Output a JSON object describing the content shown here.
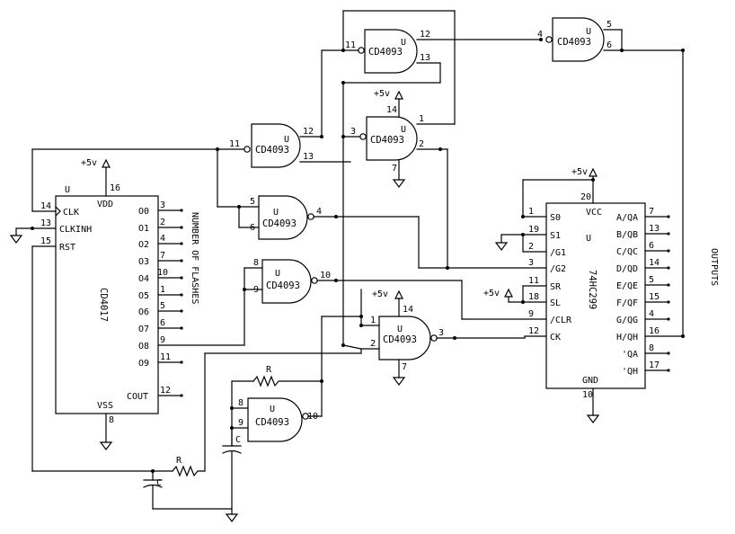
{
  "diagram": {
    "gate_unit_label": "U",
    "gate_part": "CD4093",
    "supply_label": "+5v",
    "resistor_label": "R",
    "capacitor_label": "C",
    "outputs_caption": "OUTPUTS",
    "flashes_caption": "NUMBER OF FLASHES",
    "counter": {
      "unit_label": "U",
      "part": "CD4017",
      "vdd_label": "VDD",
      "vdd_pin": "16",
      "vss_label": "VSS",
      "vss_pin": "8",
      "left_pins": [
        {
          "num": "14",
          "name": "CLK"
        },
        {
          "num": "13",
          "name": "CLKINH"
        },
        {
          "num": "15",
          "name": "RST"
        }
      ],
      "right_pins": [
        {
          "name": "O0",
          "num": "3"
        },
        {
          "name": "O1",
          "num": "2"
        },
        {
          "name": "O2",
          "num": "4"
        },
        {
          "name": "O3",
          "num": "7"
        },
        {
          "name": "O4",
          "num": "10"
        },
        {
          "name": "O5",
          "num": "1"
        },
        {
          "name": "O6",
          "num": "5"
        },
        {
          "name": "O7",
          "num": "6"
        },
        {
          "name": "O8",
          "num": "9"
        },
        {
          "name": "O9",
          "num": "11"
        },
        {
          "name": "COUT",
          "num": "12"
        }
      ]
    },
    "shift_register": {
      "unit_label": "U",
      "part": "74HC299",
      "vcc_label": "VCC",
      "vcc_pin": "20",
      "gnd_label": "GND",
      "gnd_pin": "10",
      "left_pins": [
        {
          "num": "1",
          "name": "S0"
        },
        {
          "num": "19",
          "name": "S1"
        },
        {
          "num": "2",
          "name": "/G1"
        },
        {
          "num": "3",
          "name": "/G2"
        },
        {
          "num": "11",
          "name": "SR"
        },
        {
          "num": "18",
          "name": "SL"
        },
        {
          "num": "9",
          "name": "/CLR"
        },
        {
          "num": "12",
          "name": "CK"
        }
      ],
      "right_pins": [
        {
          "name": "A/QA",
          "num": "7"
        },
        {
          "name": "B/QB",
          "num": "13"
        },
        {
          "name": "C/QC",
          "num": "6"
        },
        {
          "name": "D/QD",
          "num": "14"
        },
        {
          "name": "E/QE",
          "num": "5"
        },
        {
          "name": "F/QF",
          "num": "15"
        },
        {
          "name": "G/QG",
          "num": "4"
        },
        {
          "name": "H/QH",
          "num": "16"
        },
        {
          "name": "'QA",
          "num": "8"
        },
        {
          "name": "'QH",
          "num": "17"
        }
      ]
    },
    "gates": [
      {
        "id": "g1",
        "in1": "11",
        "in2": "13",
        "out": "12",
        "vcc_pin": "",
        "gnd_pin": ""
      },
      {
        "id": "g2",
        "in1": "4",
        "in2": "",
        "out": "5",
        "out2": "6",
        "vcc_pin": "",
        "gnd_pin": ""
      },
      {
        "id": "g3",
        "in1": "3",
        "in2": "",
        "out": "1",
        "out2": "2",
        "vcc_pin": "14",
        "gnd_pin": "7"
      },
      {
        "id": "g4",
        "in1": "11",
        "in2": "",
        "out": "12",
        "out2": "13",
        "vcc_pin": "",
        "gnd_pin": ""
      },
      {
        "id": "g5",
        "in1": "5",
        "in2": "6",
        "out": "4",
        "vcc_pin": "",
        "gnd_pin": ""
      },
      {
        "id": "g6",
        "in1": "8",
        "in2": "9",
        "out": "10",
        "vcc_pin": "",
        "gnd_pin": ""
      },
      {
        "id": "g7",
        "in1": "1",
        "in2": "2",
        "out": "3",
        "vcc_pin": "14",
        "gnd_pin": "7"
      },
      {
        "id": "g8",
        "in1": "8",
        "in2": "9",
        "out": "10",
        "vcc_pin": "",
        "gnd_pin": ""
      }
    ]
  }
}
